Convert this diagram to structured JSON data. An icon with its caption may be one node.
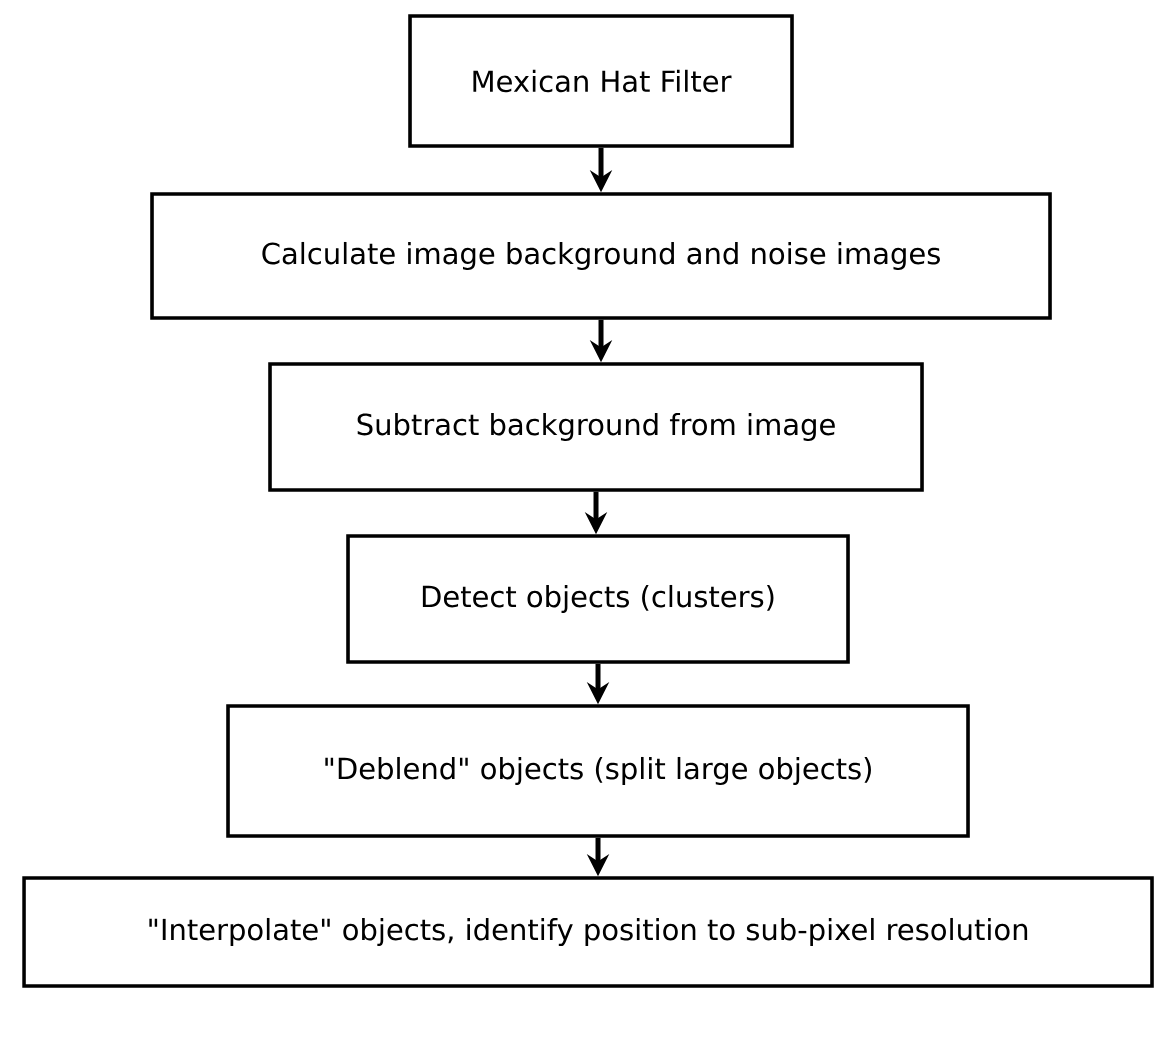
{
  "diagram": {
    "nodes": [
      {
        "text": [
          "Mexican Hat Filter"
        ]
      },
      {
        "text": [
          "Calculate image background and noise images"
        ]
      },
      {
        "text": [
          "Subtract background from image"
        ]
      },
      {
        "text": [
          "Detect objects (clusters)"
        ]
      },
      {
        "text": [
          "\"Deblend\" objects (split large objects)"
        ]
      },
      {
        "text": [
          "\"Interpolate\" objects, identify position to sub-pixel resolution"
        ]
      }
    ],
    "edges": [
      {
        "from": 0,
        "to": 1,
        "arrow": "to"
      },
      {
        "from": 1,
        "to": 2,
        "arrow": "to"
      },
      {
        "from": 2,
        "to": 3,
        "arrow": "to"
      },
      {
        "from": 3,
        "to": 4,
        "arrow": "to"
      },
      {
        "from": 4,
        "to": 5,
        "arrow": "to"
      }
    ]
  }
}
